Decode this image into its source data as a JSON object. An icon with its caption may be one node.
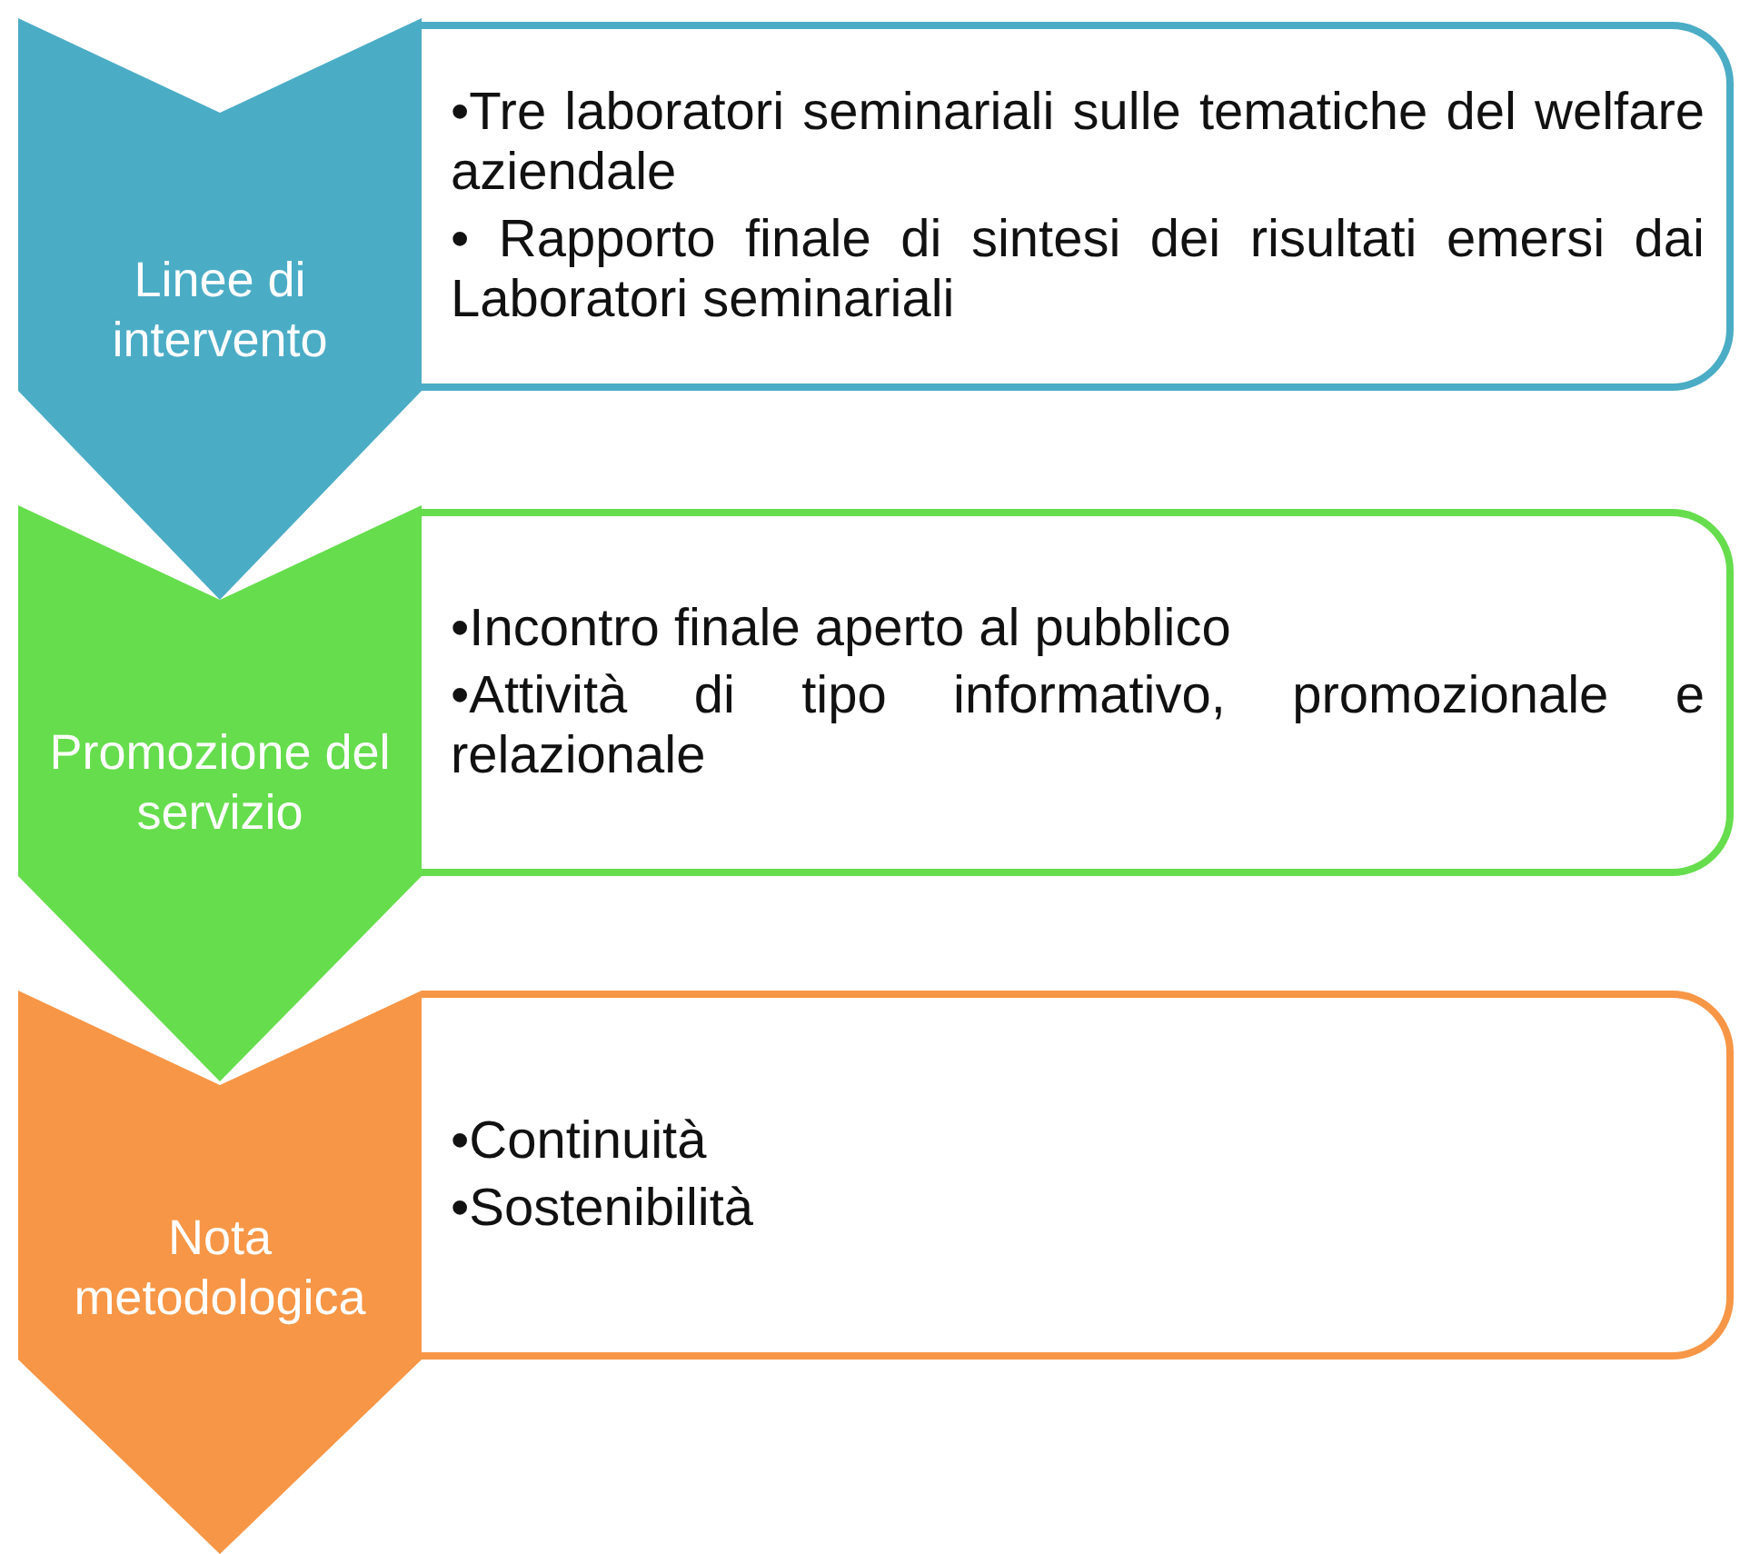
{
  "diagram": {
    "nodes": [
      {
        "text": [
          "Linee di intervento"
        ]
      },
      {
        "text": [
          "•Tre laboratori seminariali sulle tematiche del welfare aziendale",
          "• Rapporto finale di sintesi dei risultati emersi dai Laboratori seminariali"
        ]
      },
      {
        "text": [
          "Promozione del servizio"
        ]
      },
      {
        "text": [
          "•Incontro finale aperto al pubblico",
          "•Attività di tipo informativo, promozionale e relazionale"
        ]
      },
      {
        "text": [
          "Nota metodologica"
        ]
      },
      {
        "text": [
          "•Continuità",
          "•Sostenibilità"
        ]
      }
    ]
  }
}
